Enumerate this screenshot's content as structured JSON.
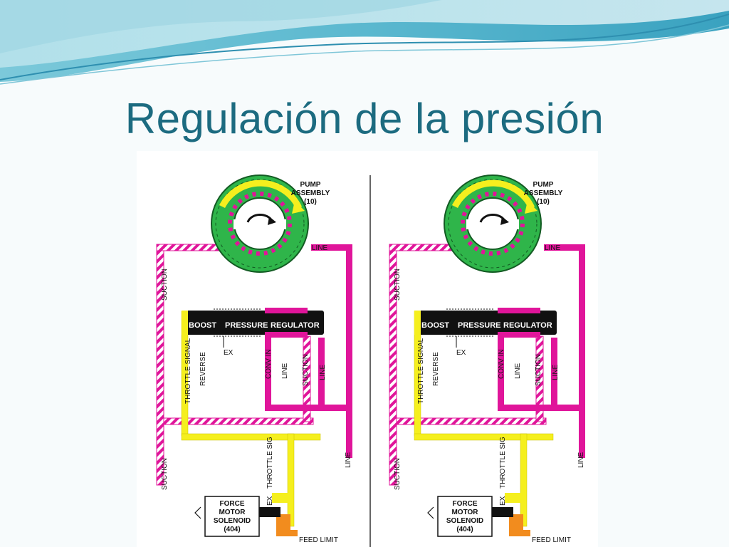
{
  "slide": {
    "title": "Regulación de la presión"
  },
  "diagrams": [
    {
      "pump_label": [
        "PUMP",
        "ASSEMBLY",
        "(10)"
      ],
      "line": "LINE",
      "suction": "SUCTION",
      "boost": "BOOST",
      "pressure": "PRESSURE",
      "regulator": "REGULATOR",
      "ex": "EX",
      "reverse": "REVERSE",
      "throttle_signal": "THROTTLE SIGNAL",
      "conv_in": "CONV IN",
      "throttle_sig": "THROTTLE SIG",
      "solenoid": [
        "FORCE",
        "MOTOR",
        "SOLENOID",
        "(404)"
      ],
      "feed_limit": "FEED LIMIT"
    },
    {
      "pump_label": [
        "PUMP",
        "ASSEMBLY",
        "(10)"
      ],
      "line": "LINE",
      "suction": "SUCTION",
      "boost": "BOOST",
      "pressure": "PRESSURE",
      "regulator": "REGULATOR",
      "ex": "EX",
      "reverse": "REVERSE",
      "throttle_signal": "THROTTLE SIGNAL",
      "conv_in": "CONV IN",
      "throttle_sig": "THROTTLE SIG",
      "solenoid": [
        "FORCE",
        "MOTOR",
        "SOLENOID",
        "(404)"
      ],
      "feed_limit": "FEED LIMIT"
    }
  ],
  "colors": {
    "line_pressure": "#e0159a",
    "throttle": "#f5ef1e",
    "pump": "#2fb54a",
    "feed_limit": "#f28c1e",
    "title": "#1c6b80"
  }
}
